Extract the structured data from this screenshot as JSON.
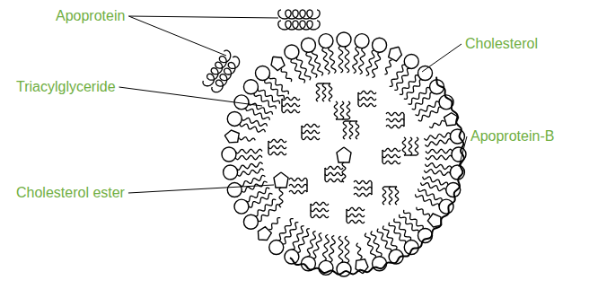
{
  "diagram": {
    "labels": [
      "Apoprotein",
      "Cholesterol",
      "Triacylglyceride",
      "Apoprotein-B",
      "Cholesterol ester"
    ]
  }
}
